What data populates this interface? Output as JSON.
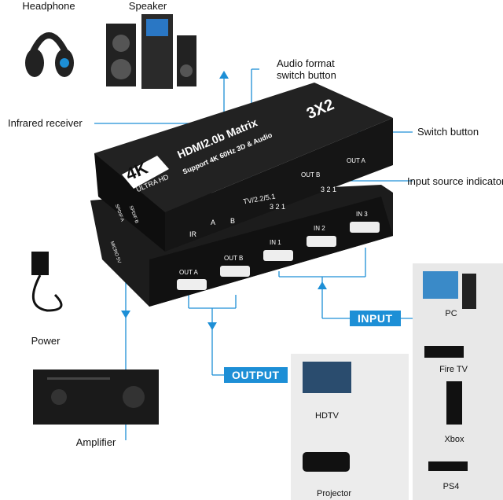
{
  "labels": {
    "headphone": "Headphone",
    "speaker": "Speaker",
    "audio_format": "Audio format",
    "audio_format2": "switch button",
    "infrared": "Infrared receiver",
    "switch_button": "Switch button",
    "input_indicator": "Input source indicator",
    "power": "Power",
    "amplifier": "Amplifier"
  },
  "badges": {
    "input": "INPUT",
    "output": "OUTPUT"
  },
  "outputs": [
    "HDTV",
    "Projector"
  ],
  "inputs": [
    "PC",
    "Fire TV",
    "Xbox",
    "PS4"
  ],
  "device": {
    "logo_4k": "4K",
    "logo_uhd": "ULTRA HD",
    "title": "HDMI2.0b Matrix",
    "model": "3X2",
    "subtitle": "Support 4K 60Hz 3D & Audio",
    "ir": "IR",
    "jack_a": "A",
    "jack_b": "B",
    "switch": "TV/2.2/5.1",
    "out_a": "OUT A",
    "out_b": "OUT B",
    "leds": "3  2  1",
    "ports": [
      "OUT A",
      "OUT B",
      "IN 1",
      "IN 2",
      "IN 3"
    ],
    "spdif": [
      "SPDIF A",
      "SPDIF B"
    ],
    "power_port": "MICRO 5V"
  },
  "colors": {
    "accent": "#1d8fd6",
    "device": "#1c1c1c"
  }
}
